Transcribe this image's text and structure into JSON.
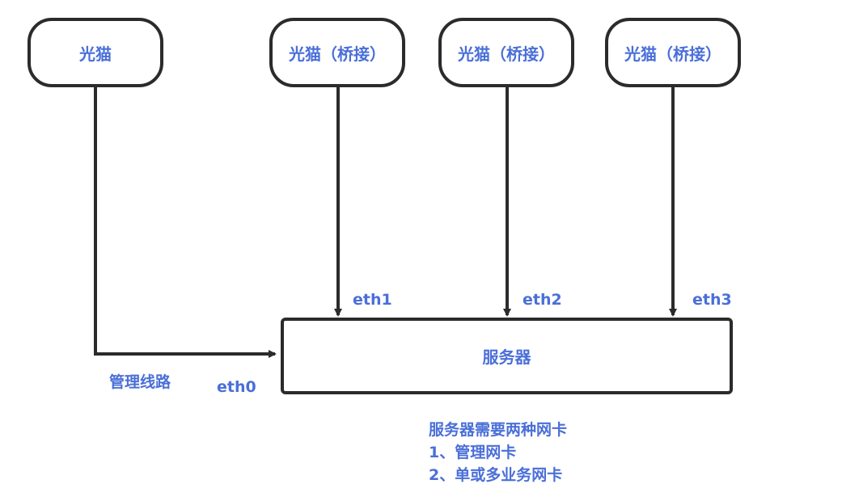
{
  "nodes": {
    "modem_mgmt": "光猫",
    "modem_bridge_1": "光猫（桥接）",
    "modem_bridge_2": "光猫（桥接）",
    "modem_bridge_3": "光猫（桥接）",
    "server": "服务器"
  },
  "edge_labels": {
    "mgmt_line": "管理线路",
    "eth0": "eth0",
    "eth1": "eth1",
    "eth2": "eth2",
    "eth3": "eth3"
  },
  "note": {
    "title": "服务器需要两种网卡",
    "item1": "1、管理网卡",
    "item2": "2、单或多业务网卡"
  },
  "colors": {
    "text": "#4a6fd8",
    "stroke": "#2b2b2b",
    "background": "#ffffff"
  }
}
